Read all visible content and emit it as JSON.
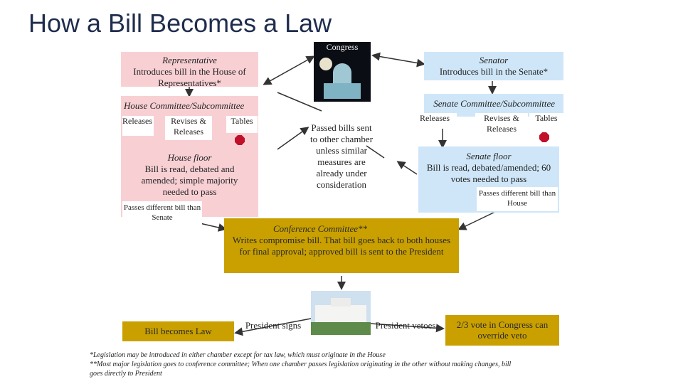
{
  "title": "How a Bill Becomes a Law",
  "congress": {
    "label": "Congress"
  },
  "house": {
    "rep_title": "Representative",
    "rep_text": "Introduces bill in the House of Representatives*",
    "committee_title": "House Committee/Subcommittee",
    "releases": "Releases",
    "revises": "Revises & Releases",
    "tables": "Tables",
    "floor_title": "House floor",
    "floor_text": "Bill is read, debated and amended; simple majority needed to pass",
    "passes_different": "Passes different bill than Senate"
  },
  "senate": {
    "senator_title": "Senator",
    "senator_text": "Introduces bill in the Senate*",
    "committee_title": "Senate Committee/Subcommittee",
    "releases": "Releases",
    "revises": "Revises & Releases",
    "tables": "Tables",
    "floor_title": "Senate floor",
    "floor_text": "Bill is read, debated/amended; 60 votes needed to pass",
    "passes_different": "Passes different bill than House"
  },
  "center": {
    "passed_bills": "Passed bills sent to other chamber unless similar measures are already under consideration"
  },
  "conference": {
    "title": "Conference Committee**",
    "text": "Writes compromise bill. That bill goes back to both houses for final approval; approved bill is sent to the President"
  },
  "president": {
    "signs": "President signs",
    "vetoes": "President vetoes",
    "becomes_law": "Bill becomes Law",
    "override": "2/3 vote in Congress can override veto"
  },
  "footnotes": {
    "one": "*Legislation may be introduced in either chamber except for tax law, which must originate in the House",
    "two_a": "**Most major legislation goes to conference committee; When one chamber passes legislation originating in the other without making changes, bill",
    "two_b": "goes directly to President"
  },
  "colors": {
    "house": "#f8d0d4",
    "senate": "#cfe6f8",
    "conference": "#c9a000",
    "veto_stop": "#c0102a"
  },
  "icons": [
    "capitol-image",
    "white-house-image",
    "stop-sign-icon"
  ]
}
